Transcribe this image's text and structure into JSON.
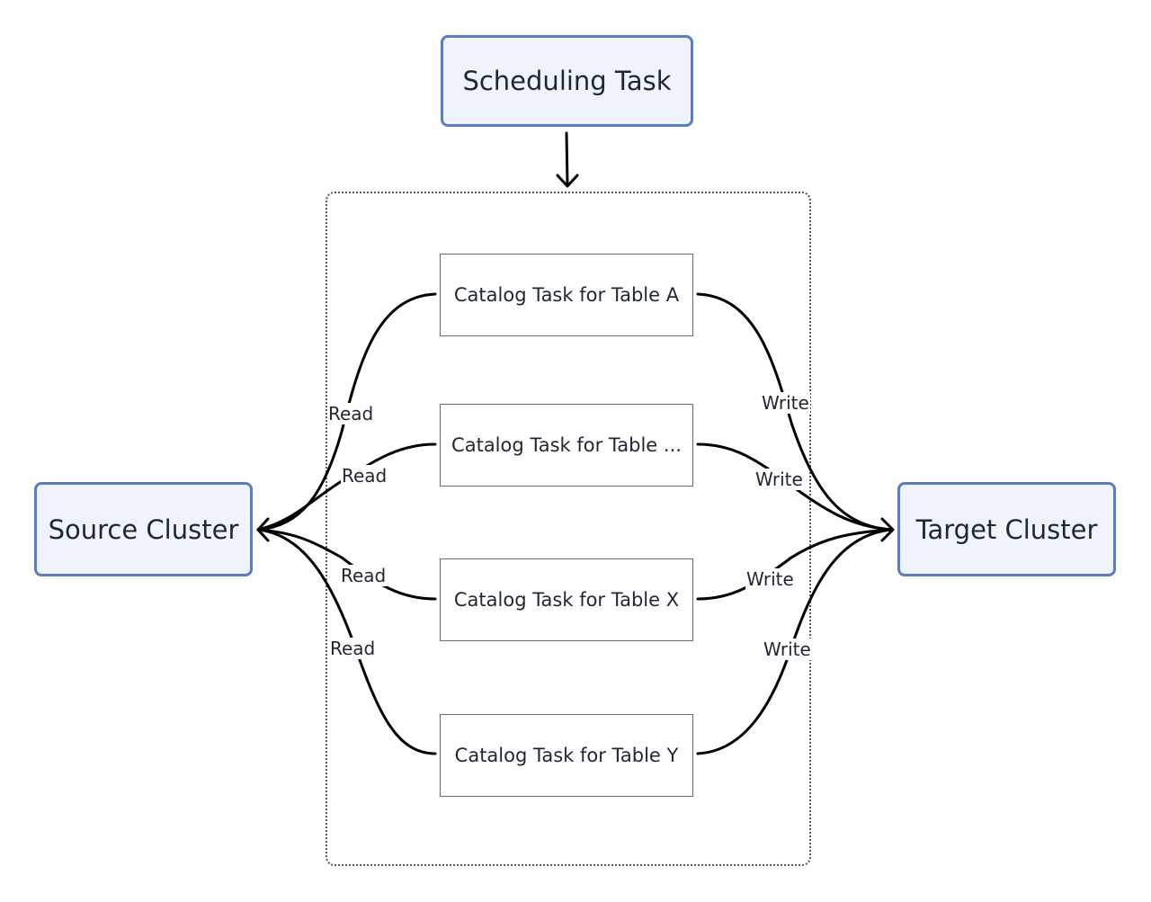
{
  "nodes": {
    "scheduling": "Scheduling Task",
    "source": "Source Cluster",
    "target": "Target Cluster"
  },
  "tasks": [
    "Catalog Task for Table A",
    "Catalog Task for Table ...",
    "Catalog Task for Table X",
    "Catalog Task for Table Y"
  ],
  "edges": {
    "read_label": "Read",
    "write_label": "Write"
  },
  "colors": {
    "cluster_fill": "#eff4fc",
    "cluster_border": "#5c7cc2",
    "connector": "#000000"
  }
}
